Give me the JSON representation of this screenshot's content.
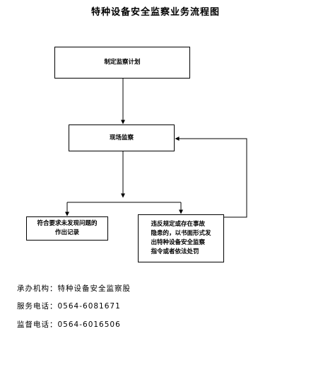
{
  "diagram": {
    "title": "特种设备安全监察业务流程图",
    "nodes": {
      "plan": "制定监察计划",
      "site": "现场监察",
      "ok": "符合要求未发现问题的\n作出记录",
      "violation": "违反规定或存在事故\n隐患的，以书面形式发\n出特种设备安全监察\n指令或者依法处罚"
    }
  },
  "contact": {
    "agency_label": "承办机构：",
    "agency_value": "特种设备安全监察股",
    "service_label": "服务电话：",
    "service_value": "0564-6081671",
    "supervise_label": "监督电话：",
    "supervise_value": "0564-6016506"
  }
}
